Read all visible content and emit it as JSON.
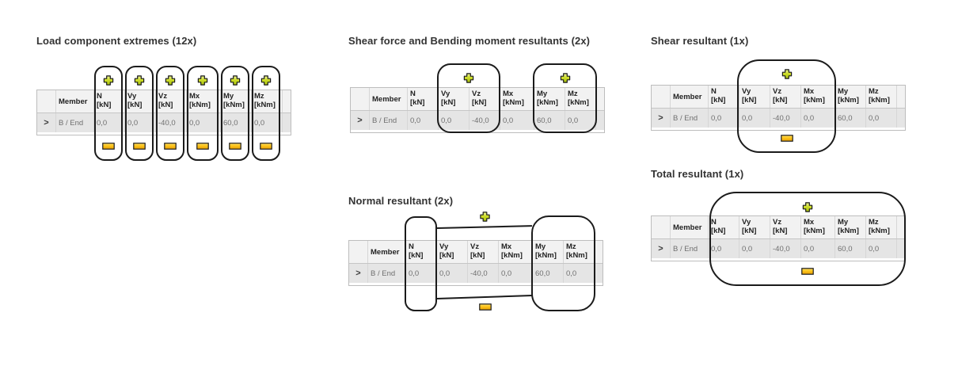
{
  "panels": {
    "load_extremes": {
      "title": "Load component extremes (12x)"
    },
    "shear_bending": {
      "title": "Shear force and Bending moment resultants (2x)"
    },
    "shear_resultant": {
      "title": "Shear resultant (1x)"
    },
    "normal_resultant": {
      "title": "Normal resultant (2x)"
    },
    "total_resultant": {
      "title": "Total resultant (1x)"
    }
  },
  "grid": {
    "member_header": "Member",
    "columns": [
      {
        "label": "N",
        "unit": "[kN]",
        "value": "0,0"
      },
      {
        "label": "Vy",
        "unit": "[kN]",
        "value": "0,0"
      },
      {
        "label": "Vz",
        "unit": "[kN]",
        "value": "-40,0"
      },
      {
        "label": "Mx",
        "unit": "[kNm]",
        "value": "0,0"
      },
      {
        "label": "My",
        "unit": "[kNm]",
        "value": "60,0"
      },
      {
        "label": "Mz",
        "unit": "[kNm]",
        "value": "0,0"
      }
    ],
    "row": {
      "expander": ">",
      "member": "B / End"
    }
  },
  "icons": {
    "plus": "plus-icon",
    "minus": "minus-icon"
  },
  "colors": {
    "ring_stroke": "#1b1b1b",
    "plus_fill": "#cddc2a",
    "minus_fill": "#ffc81e",
    "header_bg": "#f2f2f2",
    "row_bg": "#e5e5e5",
    "grid_border": "#bdbdbd",
    "header_text": "#222222",
    "row_text": "#6f6f6f",
    "title_text": "#333333"
  }
}
